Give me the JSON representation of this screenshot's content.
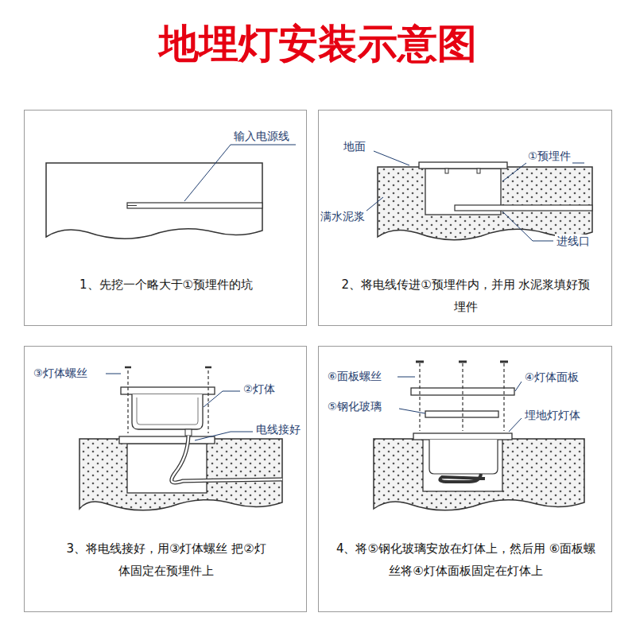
{
  "diagram": {
    "title": "地埋灯安装示意图",
    "nodes": [
      {
        "text": [
          "1、先挖一个略大于①预埋件的坑"
        ]
      },
      {
        "text": [
          "2、将电线传进①预埋件内，并用 水泥浆填好预埋件"
        ]
      },
      {
        "text": [
          "3、将电线接好，用③灯体螺丝 把②灯体固定在预埋件上"
        ]
      },
      {
        "text": [
          "4、将⑤钢化玻璃安放在灯体上，然后用 ⑥面板螺丝将④灯体面板固定在灯体上"
        ]
      }
    ],
    "edges": [],
    "labels": [
      "输入电源线",
      "地面",
      "①预埋件",
      "满水泥浆",
      "进线口",
      "③灯体螺丝",
      "②灯体",
      "电线接好",
      "⑥面板螺丝",
      "④灯体面板",
      "⑤钢化玻璃",
      "埋地灯灯体"
    ]
  }
}
